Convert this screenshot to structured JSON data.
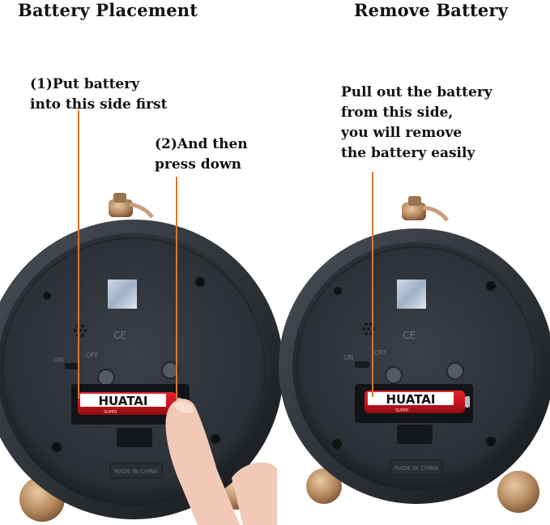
{
  "left": {
    "title": "Battery Placement",
    "step1": [
      "(1)Put battery",
      "into this side first"
    ],
    "step2": [
      "(2)And then",
      "press down"
    ],
    "battery_brand": "HUATAI",
    "battery_sub": "SUPER",
    "ce_mark": "CE",
    "on_label": "ON",
    "off_label": "OFF",
    "made_in": "MADE IN CHINA"
  },
  "right": {
    "title": "Remove Battery",
    "note": [
      "Pull out the battery",
      "from this side,",
      "you will remove",
      "the battery easily"
    ],
    "battery_brand": "HUATAI",
    "battery_sub": "SUPER",
    "ce_mark": "CE",
    "on_label": "ON",
    "off_label": "OFF",
    "made_in": "MADE IN CHINA"
  },
  "colors": {
    "pointer_line": "#d9772e",
    "clock_case": "#2b3036",
    "clock_face": "#353b42",
    "battery_red": "#c8141c"
  }
}
